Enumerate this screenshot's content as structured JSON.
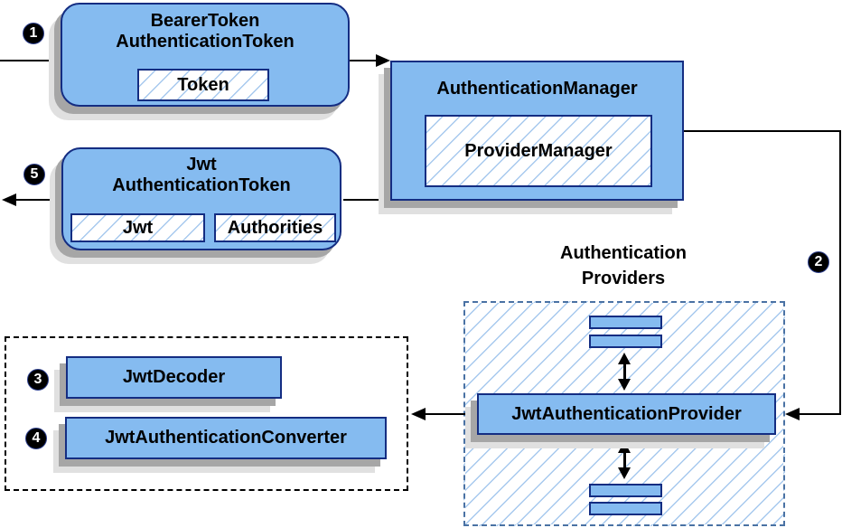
{
  "colors": {
    "box_fill": "#85bbf0",
    "box_border": "#142d82",
    "hatch": "#a7c9ee",
    "dashed_blue": "#4a72a4",
    "shadow_dark": "#a6a6a6",
    "shadow_light": "#e0e0e0",
    "line_black": "#000000"
  },
  "nodes": {
    "bearer_token": {
      "line1": "BearerToken",
      "line2": "AuthenticationToken",
      "child": "Token"
    },
    "authentication_manager": {
      "title": "AuthenticationManager",
      "child": "ProviderManager"
    },
    "jwt_authentication_token": {
      "line1": "Jwt",
      "line2": "AuthenticationToken",
      "child1": "Jwt",
      "child2": "Authorities"
    },
    "providers_group": {
      "label_line1": "Authentication",
      "label_line2": "Providers"
    },
    "jwt_authentication_provider": {
      "label": "JwtAuthenticationProvider"
    },
    "jwt_decoder": {
      "label": "JwtDecoder"
    },
    "jwt_authentication_converter": {
      "label": "JwtAuthenticationConverter"
    }
  },
  "steps": {
    "step1": "1",
    "step2": "2",
    "step3": "3",
    "step4": "4",
    "step5": "5"
  }
}
